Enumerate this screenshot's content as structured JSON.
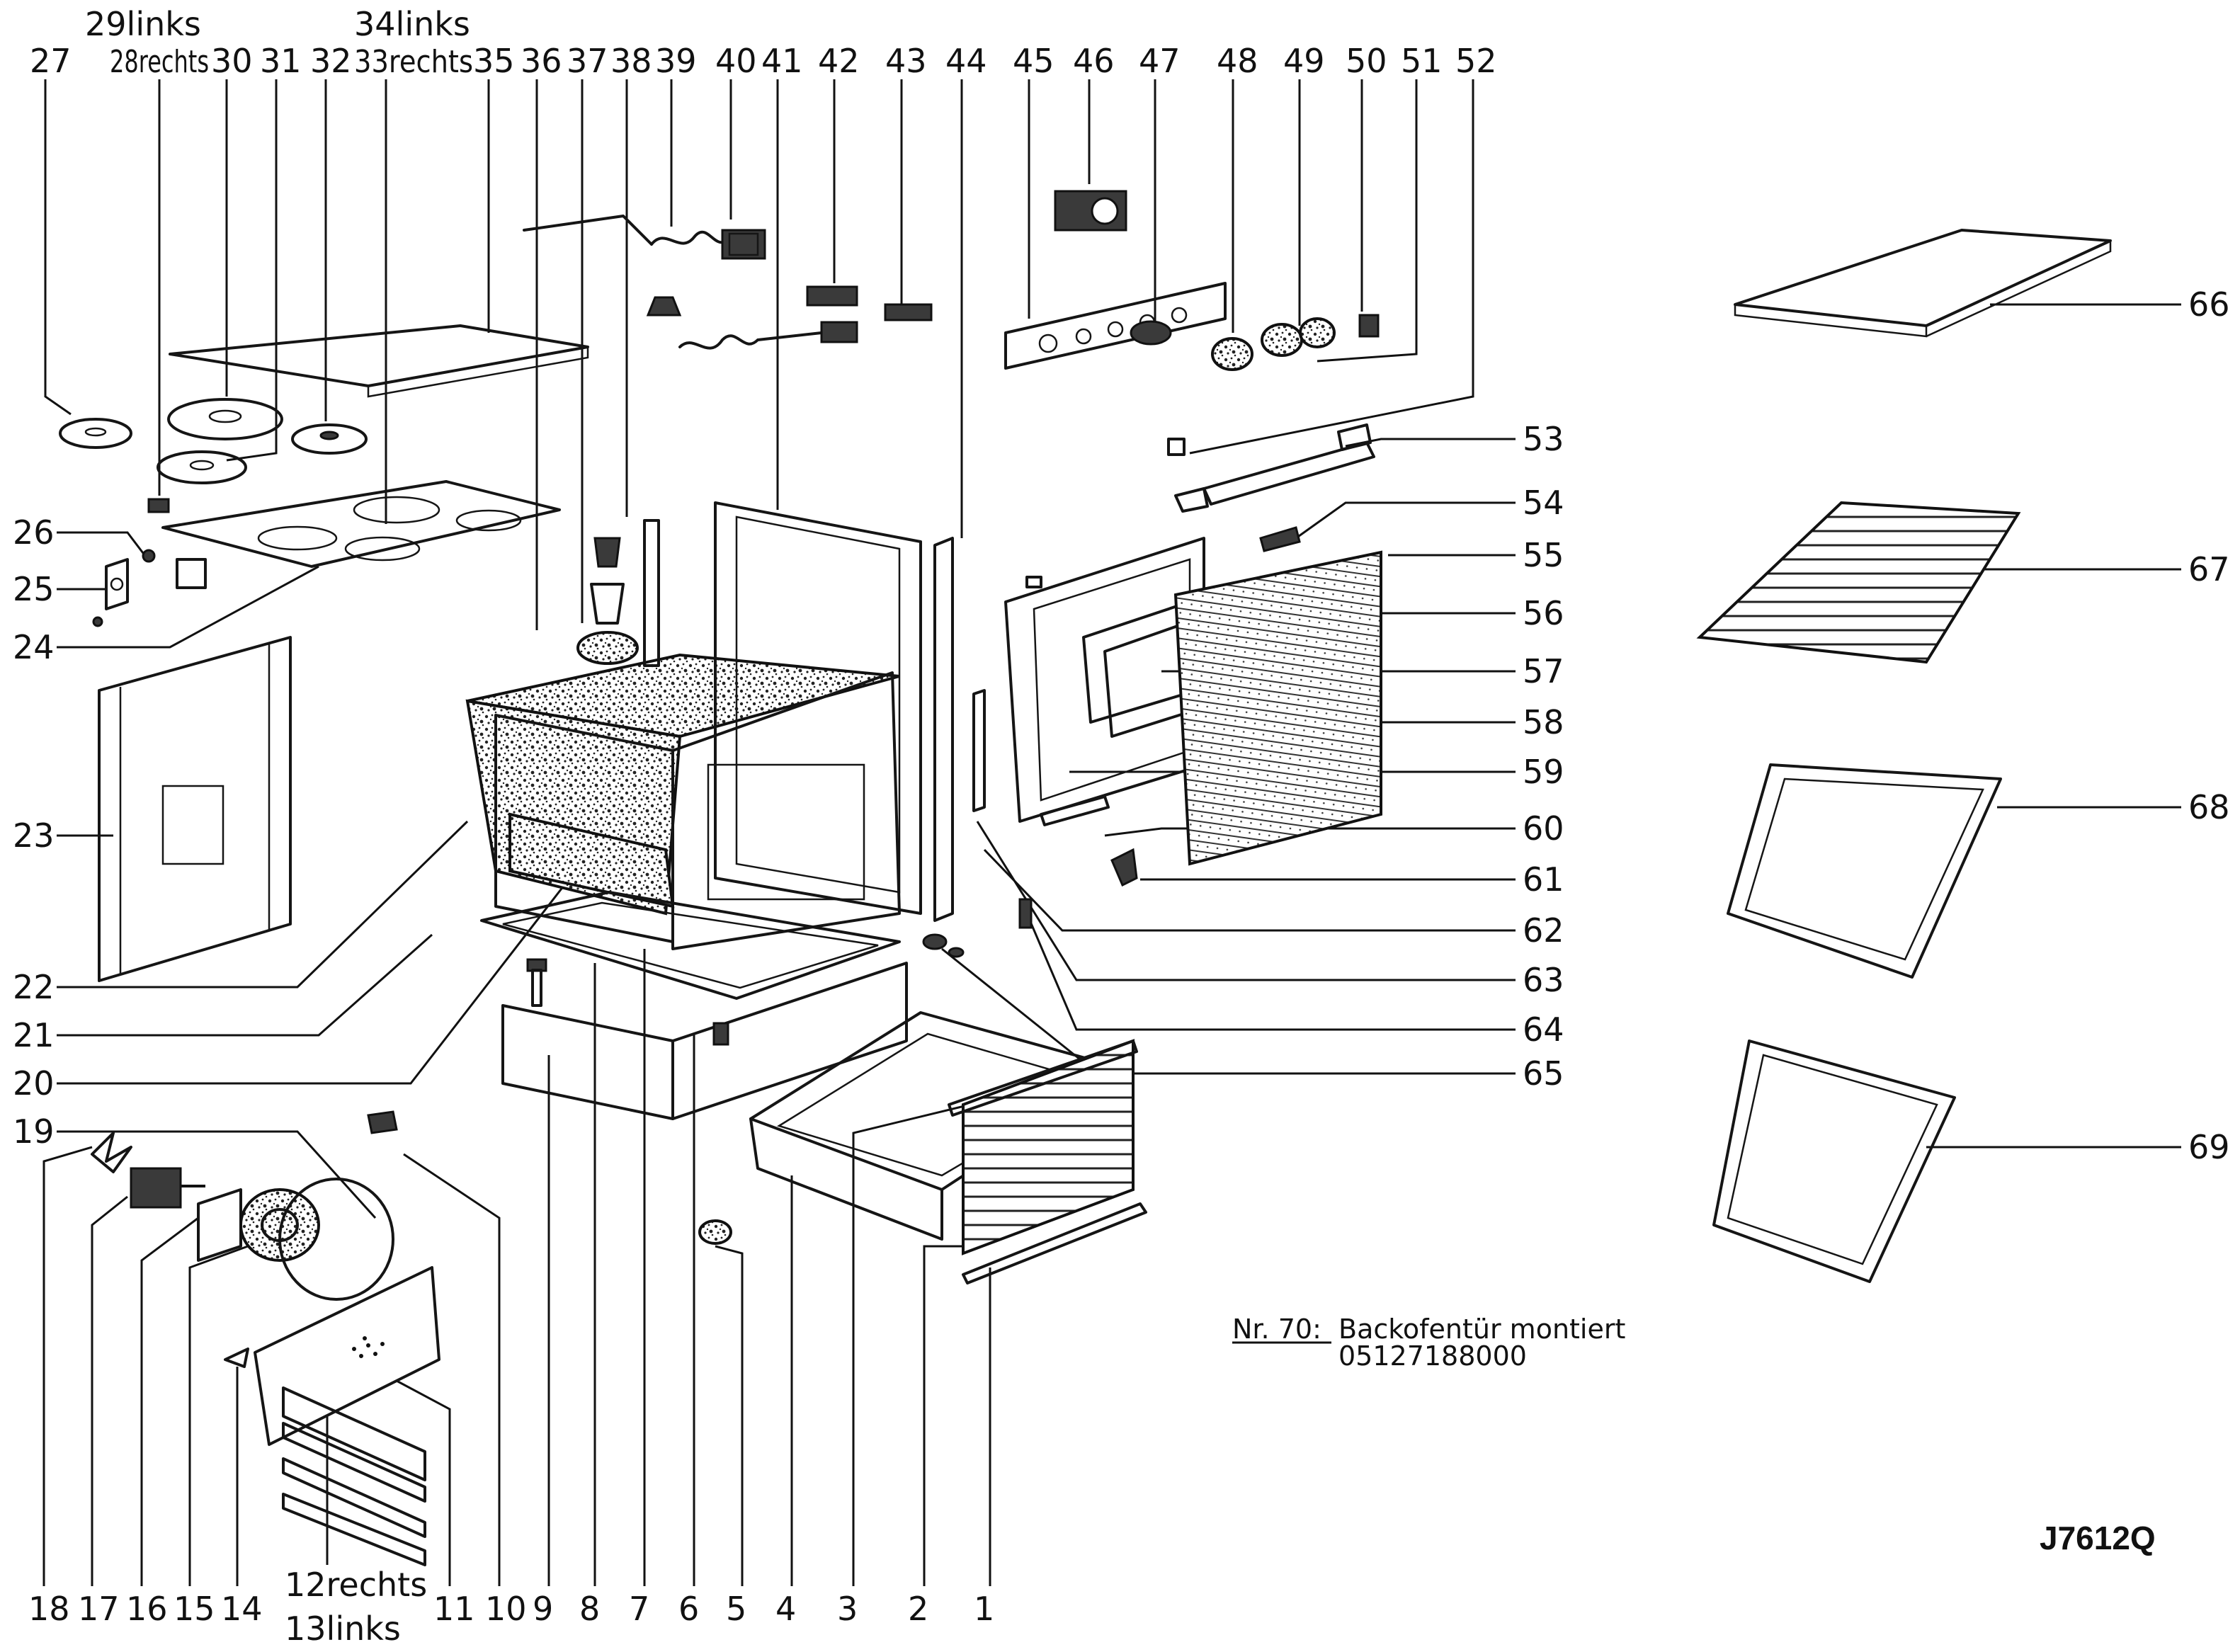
{
  "top_labels": {
    "row1": [
      {
        "text": "29links",
        "name": "label-29"
      },
      {
        "text": "34links",
        "name": "label-34"
      }
    ],
    "row2": [
      {
        "text": "27",
        "name": "label-27"
      },
      {
        "text": "28rechts",
        "name": "label-28"
      },
      {
        "text": "30",
        "name": "label-30"
      },
      {
        "text": "31",
        "name": "label-31"
      },
      {
        "text": "32",
        "name": "label-32"
      },
      {
        "text": "33rechts",
        "name": "label-33"
      },
      {
        "text": "35",
        "name": "label-35"
      },
      {
        "text": "36",
        "name": "label-36"
      },
      {
        "text": "37",
        "name": "label-37"
      },
      {
        "text": "38",
        "name": "label-38"
      },
      {
        "text": "39",
        "name": "label-39"
      },
      {
        "text": "40",
        "name": "label-40"
      },
      {
        "text": "41",
        "name": "label-41"
      },
      {
        "text": "42",
        "name": "label-42"
      },
      {
        "text": "43",
        "name": "label-43"
      },
      {
        "text": "44",
        "name": "label-44"
      },
      {
        "text": "45",
        "name": "label-45"
      },
      {
        "text": "46",
        "name": "label-46"
      },
      {
        "text": "47",
        "name": "label-47"
      },
      {
        "text": "48",
        "name": "label-48"
      },
      {
        "text": "49",
        "name": "label-49"
      },
      {
        "text": "50",
        "name": "label-50"
      },
      {
        "text": "51",
        "name": "label-51"
      },
      {
        "text": "52",
        "name": "label-52"
      }
    ]
  },
  "right_labels": [
    "53",
    "54",
    "55",
    "56",
    "57",
    "58",
    "59",
    "60",
    "61",
    "62",
    "63",
    "64",
    "65"
  ],
  "far_right_labels": [
    "66",
    "67",
    "68",
    "69"
  ],
  "left_labels": [
    "26",
    "25",
    "24",
    "23",
    "22",
    "21",
    "20",
    "19"
  ],
  "bottom_labels": [
    {
      "text": "18"
    },
    {
      "text": "17"
    },
    {
      "text": "16"
    },
    {
      "text": "15"
    },
    {
      "text": "14"
    },
    {
      "text": "12rechts"
    },
    {
      "text": "13links"
    },
    {
      "text": "11"
    },
    {
      "text": "10"
    },
    {
      "text": "9"
    },
    {
      "text": "8"
    },
    {
      "text": "7"
    },
    {
      "text": "6"
    },
    {
      "text": "5"
    },
    {
      "text": "4"
    },
    {
      "text": "3"
    },
    {
      "text": "2"
    },
    {
      "text": "1"
    }
  ],
  "note": {
    "ref": "Nr. 70:",
    "line1": "Backofentür montiert",
    "line2": "05127188000"
  },
  "drawing_code": "J7612Q"
}
